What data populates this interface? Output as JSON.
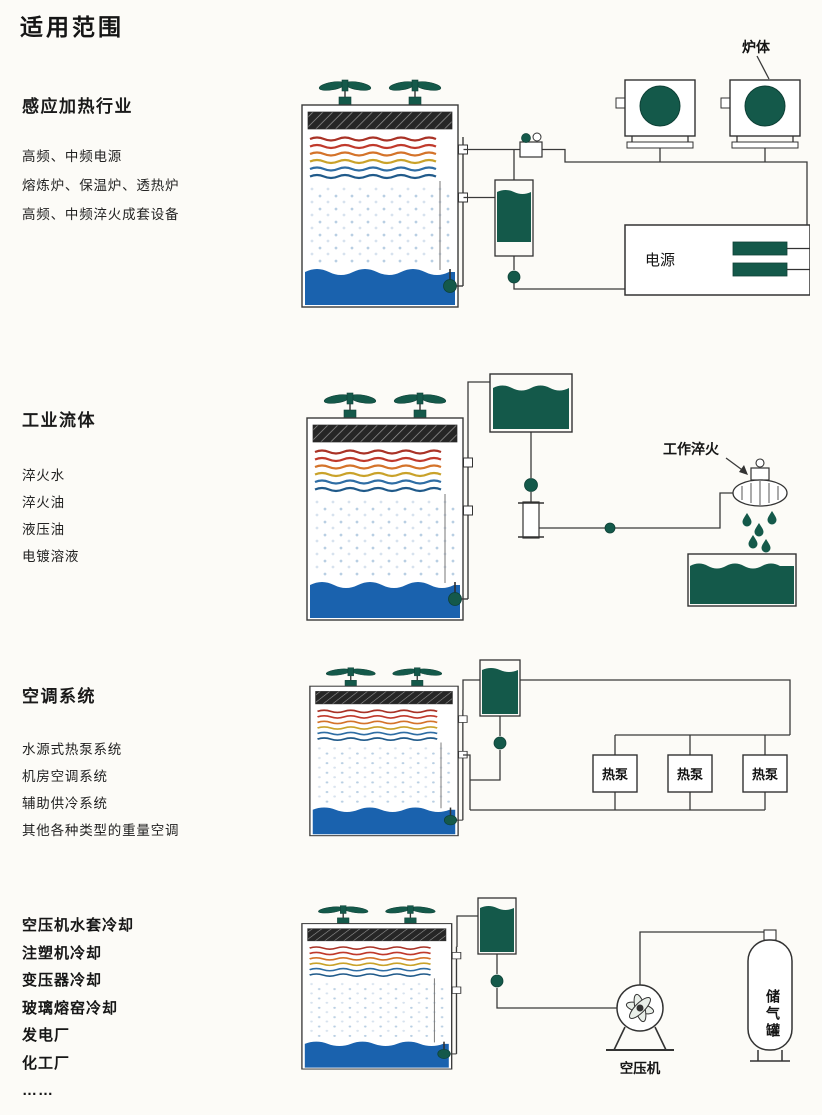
{
  "page": {
    "title": "适用范围"
  },
  "colors": {
    "teal": "#14594a",
    "water": "#1a62ae"
  },
  "sections": [
    {
      "heading": "感应加热行业",
      "items": [
        "高频、中频电源",
        "熔炼炉、保温炉、透热炉",
        "高频、中频淬火成套设备"
      ],
      "labels": {
        "furnace": "炉体",
        "power_supply": "电源"
      }
    },
    {
      "heading": "工业流体",
      "items": [
        "淬火水",
        "淬火油",
        "液压油",
        "电镀溶液"
      ],
      "labels": {
        "work_quench": "工作淬火"
      }
    },
    {
      "heading": "空调系统",
      "items": [
        "水源式热泵系统",
        "机房空调系统",
        "辅助供冷系统",
        "其他各种类型的重量空调"
      ],
      "labels": {
        "heat_pumps": [
          "热泵",
          "热泵",
          "热泵"
        ]
      }
    },
    {
      "items": [
        "空压机水套冷却",
        "注塑机冷却",
        "变压器冷却",
        "玻璃熔窑冷却",
        "发电厂",
        "化工厂",
        "……"
      ],
      "labels": {
        "air_compressor": "空压机",
        "air_tank": "储气罐"
      }
    }
  ]
}
